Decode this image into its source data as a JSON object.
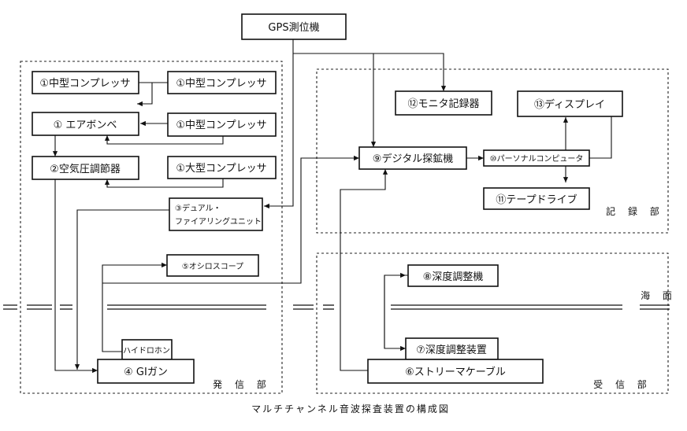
{
  "title": "マルチチャンネル音波探査装置の構成図",
  "groups": {
    "transmitter": "発 信 部",
    "receiver": "受 信 部",
    "recorder": "記 録 部",
    "sea_surface": "海 面"
  },
  "nodes": {
    "gps": "GPS測位機",
    "comp_medium_a": "①中型コンプレッサ",
    "comp_medium_b": "①中型コンプレッサ",
    "air_cylinder": "① エアボンベ",
    "comp_medium_c": "①中型コンプレッサ",
    "air_regulator": "②空気圧調節器",
    "comp_large": "①大型コンプレッサ",
    "dual_firing_1": "③デュアル・",
    "dual_firing_2": "ファイアリングユニット",
    "oscilloscope": "⑤オシロスコープ",
    "hydrophone": "ハイドロホン",
    "gi_gun": "④ GIガン",
    "monitor_recorder": "⑫モニタ記録器",
    "display": "⑬ディスプレイ",
    "digital_sounder": "⑨デジタル探鉱機",
    "personal_computer": "⑩パーソナルコンピュータ",
    "tape_drive": "⑪テープドライブ",
    "depth_controller": "⑧深度調整機",
    "depth_control_device": "⑦深度調整装置",
    "streamer_cable": "⑥ストリーマケーブル"
  }
}
